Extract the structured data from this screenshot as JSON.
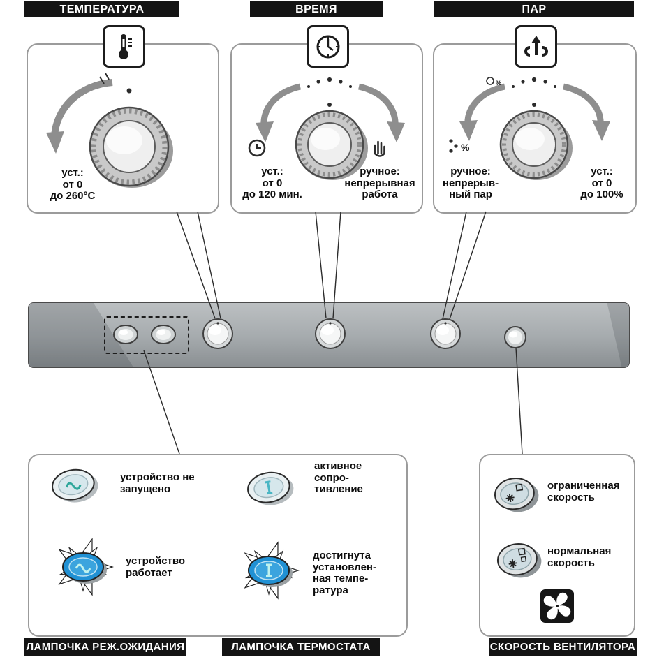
{
  "colors": {
    "bar_bg": "#141414",
    "panel_border": "#9b9b9b",
    "strip_gray": "#a6abae",
    "lamp_on_blue": "#2191d4",
    "glyph_teal": "#2fa79b"
  },
  "top_labels": {
    "temperature": "ТЕМПЕРАТУРА",
    "time": "ВРЕМЯ",
    "steam": "ПАР"
  },
  "temperature_panel": {
    "set_lines": [
      "уст.:",
      "от 0",
      "до 260°C"
    ]
  },
  "time_panel": {
    "set_lines": [
      "уст.:",
      "от 0",
      "до 120 мин."
    ],
    "manual_lines": [
      "ручное:",
      "непрерывная",
      "работа"
    ]
  },
  "steam_panel": {
    "percent_symbol": "%",
    "manual_lines": [
      "ручное:",
      "непрерыв-",
      "ный пар"
    ],
    "set_lines": [
      "уст.:",
      "от 0",
      "до 100%"
    ]
  },
  "standby_lamp": {
    "not_running_lines": [
      "устройство не",
      "запущено"
    ],
    "running_lines": [
      "устройство",
      "работает"
    ],
    "footer": "ЛАМПОЧКА РЕЖ.ОЖИДАНИЯ"
  },
  "thermostat_lamp": {
    "heating_lines": [
      "активное",
      "сопро-",
      "тивление"
    ],
    "reached_lines": [
      "достигнута",
      "установлен-",
      "ная темпе-",
      "ратура"
    ],
    "footer": "ЛАМПОЧКА ТЕРМОСТАТА"
  },
  "fan": {
    "limited_lines": [
      "ограниченная",
      "скорость"
    ],
    "normal_lines": [
      "нормальная",
      "скорость"
    ],
    "footer": "СКОРОСТЬ ВЕНТИЛЯТОРА"
  }
}
